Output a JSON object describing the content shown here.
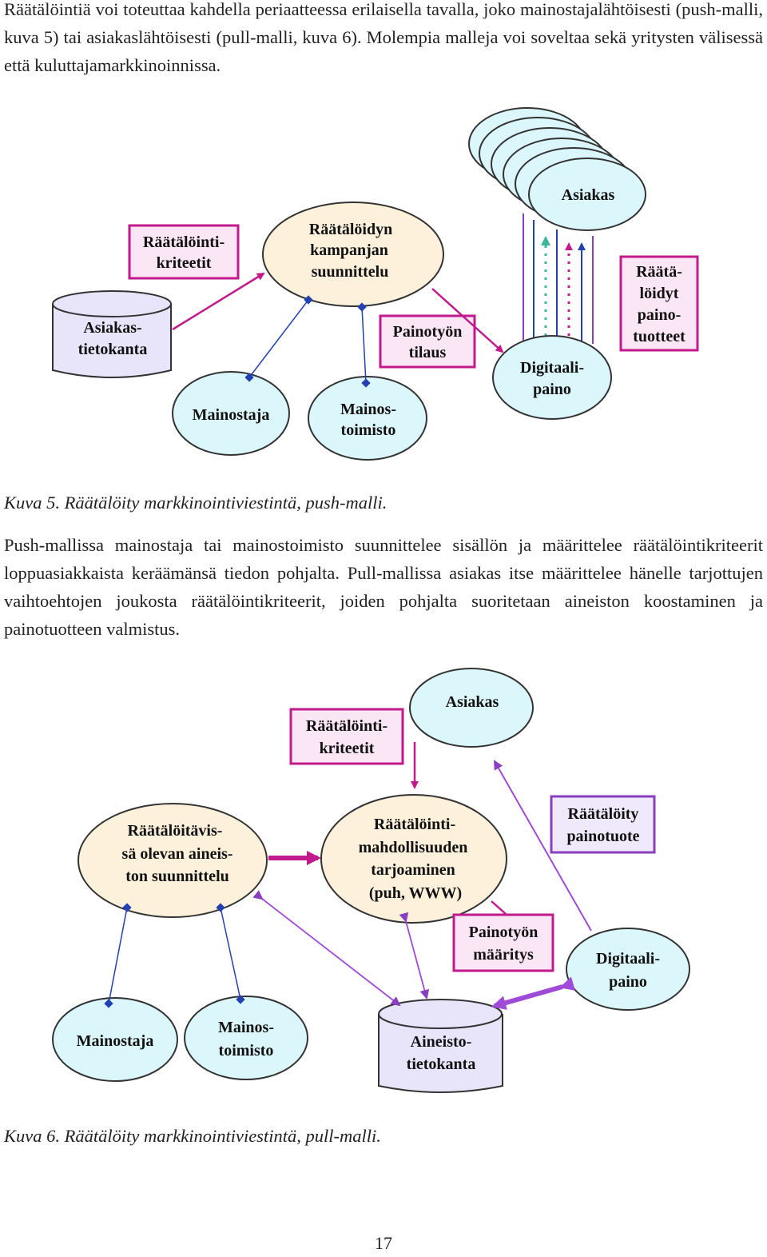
{
  "intro_text": "Räätälöintiä voi toteuttaa kahdella periaatteessa erilaisella tavalla, joko mainostajalähtöisesti (push-malli, kuva 5) tai asiakaslähtöisesti (pull-malli, kuva 6). Molempia malleja voi soveltaa sekä yritysten välisessä että kuluttajamarkkinoinnissa.",
  "figure5": {
    "caption": "Kuva 5. Räätälöity markkinointiviestintä, push-malli.",
    "asiakas": "Asiakas",
    "kriteetit": [
      "Räätälöinti-",
      "kriteetit"
    ],
    "kampanja": [
      "Räätälöidyn",
      "kampanjan",
      "suunnittelu"
    ],
    "tietokanta": [
      "Asiakas-",
      "tietokanta"
    ],
    "tilaus": [
      "Painotyön",
      "tilaus"
    ],
    "digipaino": [
      "Digitaali-",
      "paino"
    ],
    "tuotteet": [
      "Räätä-",
      "löidyt",
      "paino-",
      "tuotteet"
    ],
    "mainostaja": "Mainostaja",
    "mainostoimisto": [
      "Mainos-",
      "toimisto"
    ]
  },
  "middle_text": "Push-mallissa mainostaja tai mainostoimisto suunnittelee sisällön ja määrittelee räätälöintikriteerit loppuasiakkaista keräämänsä tiedon pohjalta. Pull-mallissa asiakas itse määrittelee hänelle tarjottujen vaihtoehtojen joukosta räätälöintikriteerit, joiden pohjalta suoritetaan aineiston koostaminen ja painotuotteen valmistus.",
  "figure6": {
    "caption": "Kuva 6. Räätälöity markkinointiviestintä, pull-malli.",
    "asiakas": "Asiakas",
    "kriteetit": [
      "Räätälöinti-",
      "kriteetit"
    ],
    "suunnittelu": [
      "Räätälöitävis-",
      "sä olevan aineis-",
      "ton suunnittelu"
    ],
    "tarjoaminen": [
      "Räätälöinti-",
      "mahdollisuuden",
      "tarjoaminen",
      "(puh, WWW)"
    ],
    "painotuote": [
      "Räätälöity",
      "painotuote"
    ],
    "maaritys": [
      "Painotyön",
      "määritys"
    ],
    "digipaino": [
      "Digitaali-",
      "paino"
    ],
    "mainostaja": "Mainostaja",
    "mainostoimisto": [
      "Mainos-",
      "toimisto"
    ],
    "aineisto": [
      "Aineisto-",
      "tietokanta"
    ]
  },
  "page_number": "17"
}
